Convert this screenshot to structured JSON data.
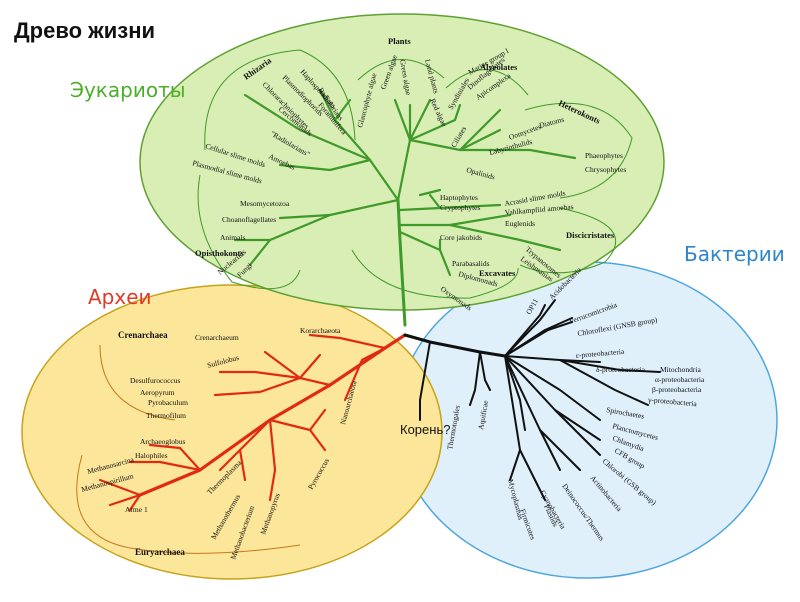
{
  "title": "Древо жизни",
  "colors": {
    "eukaryota_fill": "#d8eeb4",
    "eukaryota_stroke": "#5fa033",
    "eukaryota_branch": "#3f9a2a",
    "archaea_fill": "#fbe69a",
    "archaea_stroke": "#c7a21a",
    "archaea_branch": "#e12a12",
    "bacteria_fill": "#dff0fb",
    "bacteria_stroke": "#4ea6e0",
    "bacteria_branch": "#111111"
  },
  "domains": {
    "eukaryota": {
      "label": "Эукариоты",
      "color": "#4caf2a"
    },
    "archaea": {
      "label": "Археи",
      "color": "#e0392a"
    },
    "bacteria": {
      "label": "Бактерии",
      "color": "#2e86c8"
    }
  },
  "root_label": "Корень?",
  "eukaryota": {
    "groups": [
      "Rhizaria",
      "Plants",
      "Alveolates",
      "Heterokonts",
      "Discicristates",
      "Excavates",
      "Opisthokonts"
    ],
    "taxa": [
      "Chlorarachniophytes",
      "Plasmodiophorids",
      "Haplosporidians",
      "Foraminifera",
      "Radiolarians",
      "Cercomonads",
      "\"Radiolarians\"",
      "Amoebas",
      "Cellular slime molds",
      "Plasmodial slime molds",
      "Green algae",
      "Red algae",
      "Land plants",
      "Green algae",
      "Glaucophyte algae",
      "Ciliates",
      "Dinoflagellates",
      "Apicomplexa",
      "Syndiniales",
      "Marine group I",
      "Labyrinthulids",
      "Oomycetes",
      "Diatoms",
      "Phaeophytes",
      "Chrysophytes",
      "Opalinids",
      "Haptophytes",
      "Cryptophytes",
      "Mesomycetozoa",
      "Choanoflagellates",
      "Animals",
      "Nucleariids",
      "Fungi",
      "Acrasid slime molds",
      "Vahlkampfiid amoebas",
      "Euglenids",
      "Trypanosomes",
      "Leishmanias",
      "Core jakobids",
      "Parabasalids",
      "Diplomonads",
      "Oxymonads"
    ]
  },
  "archaea": {
    "groups": [
      "Crenarchaea",
      "Euryarchaea"
    ],
    "taxa": [
      "Crenarchaeum",
      "Korarchaeota",
      "Sulfolobus",
      "Desulfurococcus",
      "Aeropyrum",
      "Pyrobaculum",
      "Thermofilum",
      "Archaeoglobus",
      "Halophiles",
      "Methanosarcina",
      "Methanospirillum",
      "Arme 1",
      "Thermoplasma",
      "Methanothermus",
      "Methanobacterium",
      "Methanopyrus",
      "Pyrococcus",
      "Nanoarchaeota"
    ]
  },
  "bacteria": {
    "taxa": [
      "OP11",
      "Acidobacteria",
      "Verrucomicrobia",
      "Chloroflexi (GNSB group)",
      "ε-proteobacteria",
      "δ-proteobacteria",
      "Mitochondria",
      "α-proteobacteria",
      "β-proteobacteria",
      "γ-proteobacteria",
      "Spirochaetes",
      "Planctomycetes",
      "Chlamydia",
      "CFB group",
      "Chlorobi (GSB group)",
      "Actinobacteria",
      "Deinococcus/Thermus",
      "Cyanobacteria",
      "Plastids",
      "Firmicutes",
      "Mycoplasmas",
      "Thermotogales",
      "Aquificae"
    ]
  }
}
